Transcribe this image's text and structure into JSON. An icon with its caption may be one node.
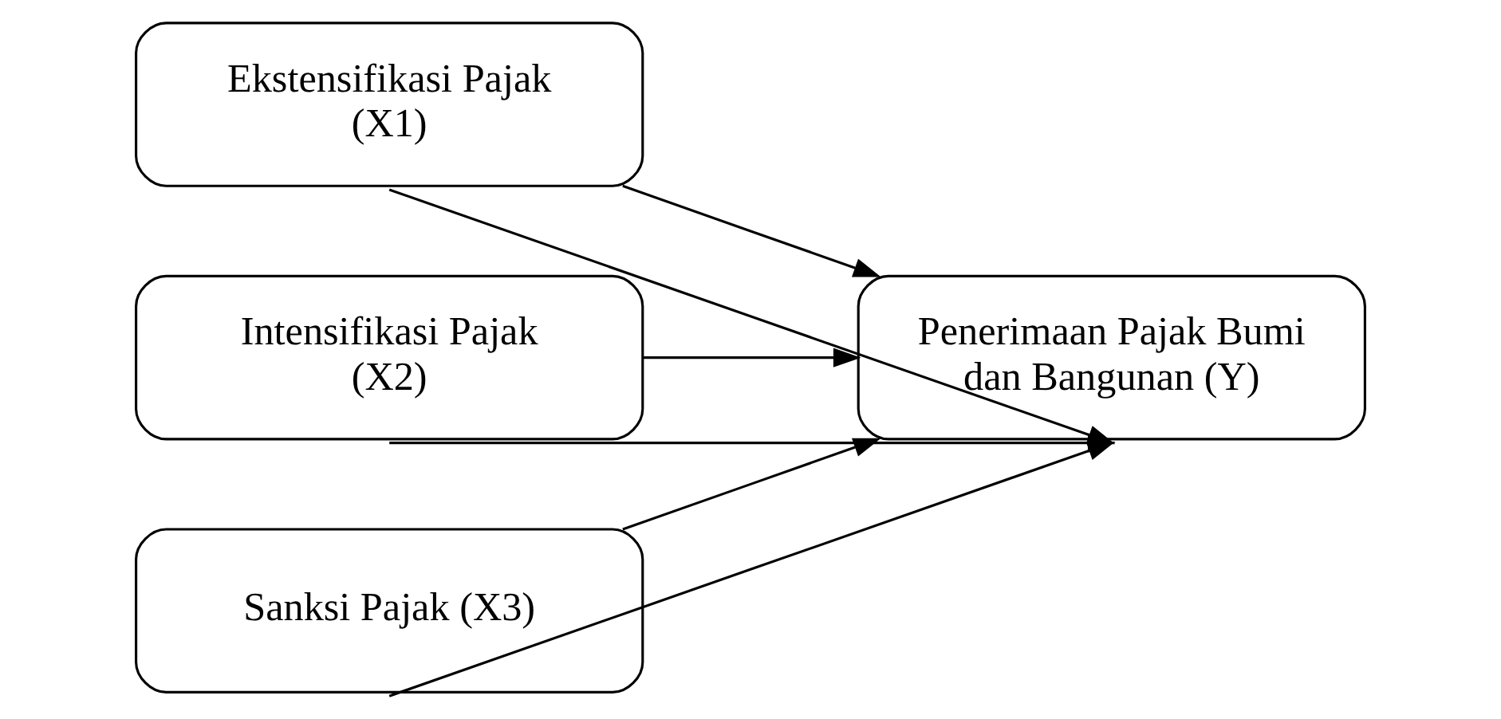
{
  "diagram": {
    "nodes": [
      {
        "text": [
          "Ekstensifikasi Pajak (X1)"
        ]
      },
      {
        "text": [
          "Intensifikasi Pajak (X2)"
        ]
      },
      {
        "text": [
          "Sanksi Pajak (X3)"
        ]
      },
      {
        "text": [
          "Penerimaan Pajak Bumi dan Bangunan (Y)"
        ]
      }
    ],
    "edges": [
      {
        "from": 0,
        "to": 3,
        "arrow": "to"
      },
      {
        "from": 1,
        "to": 3,
        "arrow": "to"
      },
      {
        "from": 2,
        "to": 3,
        "arrow": "to"
      },
      {
        "from": 0,
        "to": 3,
        "arrow": "to"
      },
      {
        "from": 1,
        "to": 3,
        "arrow": "to"
      },
      {
        "from": 2,
        "to": 3,
        "arrow": "to"
      }
    ]
  }
}
